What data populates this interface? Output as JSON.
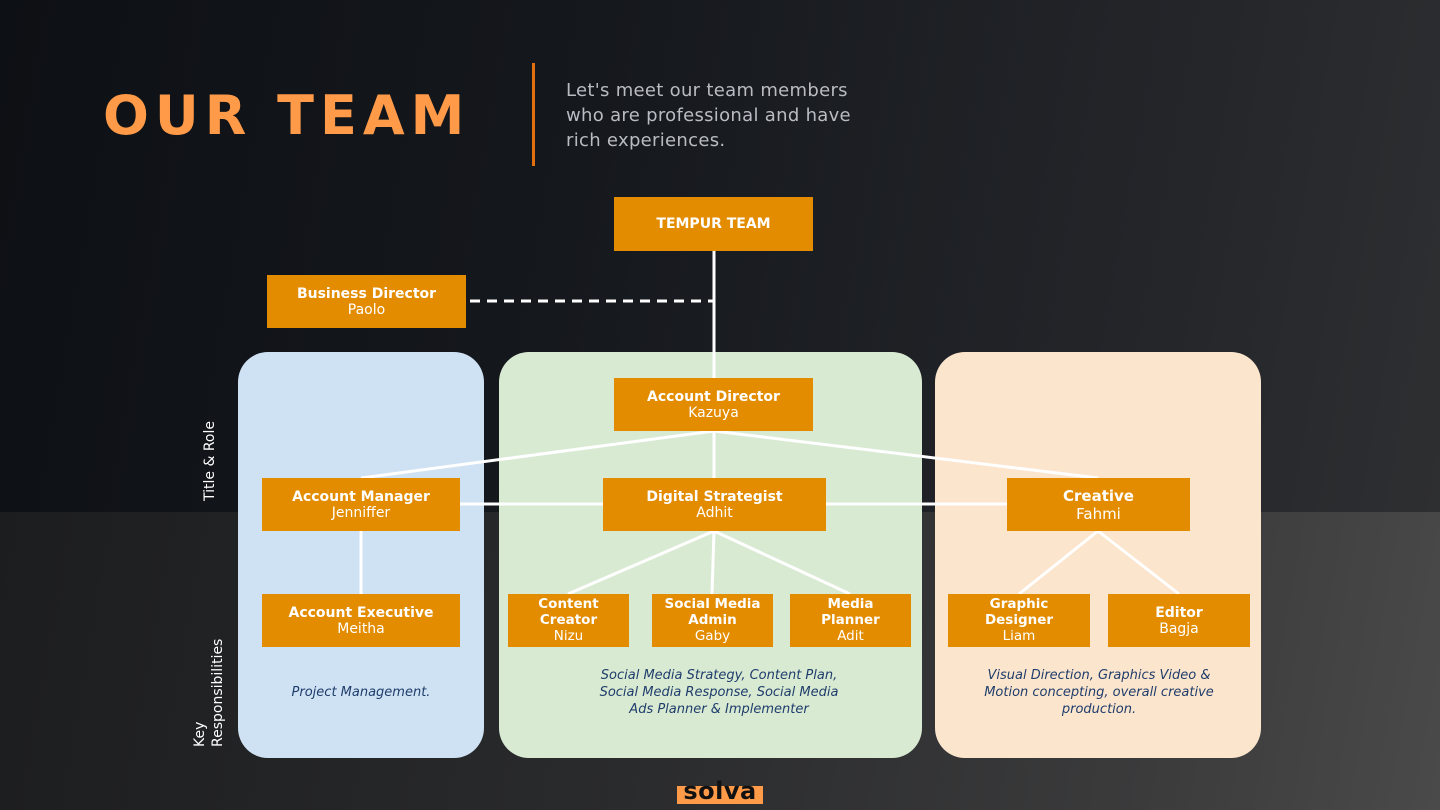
{
  "header": {
    "title": "OUR TEAM",
    "subtitle": "Let's meet our team members who are professional and have rich experiences."
  },
  "row_labels": {
    "title_role": "Title & Role",
    "key_responsibilities_line1": "Key",
    "key_responsibilities_line2": "Responsibilities"
  },
  "org": {
    "root": {
      "role": "TEMPUR TEAM"
    },
    "business_director": {
      "role": "Business Director",
      "name": "Paolo"
    },
    "account_director": {
      "role": "Account Director",
      "name": "Kazuya"
    },
    "account_manager": {
      "role": "Account Manager",
      "name": "Jenniffer"
    },
    "digital_strategist": {
      "role": "Digital Strategist",
      "name": "Adhit"
    },
    "creative": {
      "role": "Creative",
      "name": "Fahmi"
    },
    "account_executive": {
      "role": "Account Executive",
      "name": "Meitha"
    },
    "content_creator": {
      "role_line1": "Content",
      "role_line2": "Creator",
      "name": "Nizu"
    },
    "social_media_admin": {
      "role_line1": "Social Media",
      "role_line2": "Admin",
      "name": "Gaby"
    },
    "media_planner": {
      "role_line1": "Media",
      "role_line2": "Planner",
      "name": "Adit"
    },
    "graphic_designer": {
      "role_line1": "Graphic",
      "role_line2": "Designer",
      "name": "Liam"
    },
    "editor": {
      "role": "Editor",
      "name": "Bagja"
    }
  },
  "responsibilities": {
    "account": "Project Management.",
    "digital": "Social Media Strategy, Content Plan, Social Media Response, Social Media Ads Planner & Implementer",
    "creative": "Visual Direction, Graphics Video & Motion concepting, overall creative production."
  },
  "colors": {
    "accent": "#ff9a48",
    "node": "#e38c00",
    "panel_account": "#cfe2f3",
    "panel_digital": "#d9ead3",
    "panel_creative": "#fce5cd",
    "responsibility_text": "#1f3d6b"
  },
  "footer": {
    "logo": "solva"
  }
}
